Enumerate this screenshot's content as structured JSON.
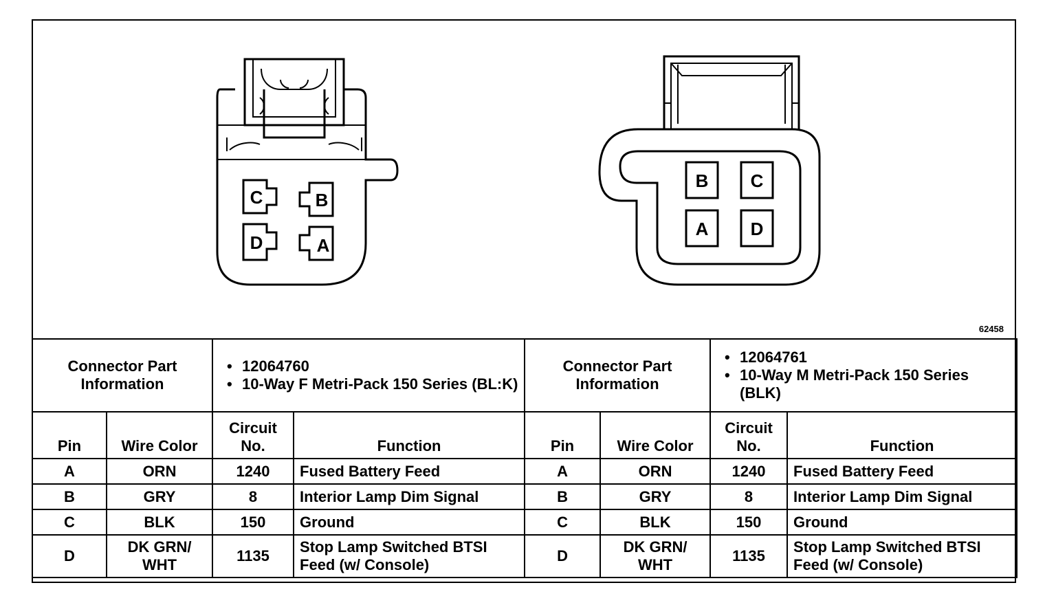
{
  "figure": {
    "number": "62458",
    "female_connector": {
      "cavities": [
        "C",
        "B",
        "D",
        "A"
      ]
    },
    "male_connector": {
      "cavities": [
        "B",
        "C",
        "A",
        "D"
      ]
    }
  },
  "left": {
    "info_label": "Connector Part Information",
    "part_lines": [
      "12064760",
      "10-Way F Metri-Pack 150 Series (BL:K)"
    ],
    "headers": {
      "pin": "Pin",
      "wire_color": "Wire Color",
      "circuit": "Circuit No.",
      "function": "Function"
    },
    "rows": [
      {
        "pin": "A",
        "wire_color": "ORN",
        "circuit": "1240",
        "function": "Fused Battery Feed"
      },
      {
        "pin": "B",
        "wire_color": "GRY",
        "circuit": "8",
        "function": "Interior Lamp Dim Signal"
      },
      {
        "pin": "C",
        "wire_color": "BLK",
        "circuit": "150",
        "function": "Ground"
      },
      {
        "pin": "D",
        "wire_color": "DK GRN/ WHT",
        "circuit": "1135",
        "function": "Stop Lamp Switched BTSI Feed (w/ Console)"
      }
    ]
  },
  "right": {
    "info_label": "Connector Part Information",
    "part_lines": [
      "12064761",
      "10-Way M Metri-Pack 150 Series (BLK)"
    ],
    "headers": {
      "pin": "Pin",
      "wire_color": "Wire Color",
      "circuit": "Circuit No.",
      "function": "Function"
    },
    "rows": [
      {
        "pin": "A",
        "wire_color": "ORN",
        "circuit": "1240",
        "function": "Fused Battery Feed"
      },
      {
        "pin": "B",
        "wire_color": "GRY",
        "circuit": "8",
        "function": "Interior Lamp Dim Signal"
      },
      {
        "pin": "C",
        "wire_color": "BLK",
        "circuit": "150",
        "function": "Ground"
      },
      {
        "pin": "D",
        "wire_color": "DK GRN/ WHT",
        "circuit": "1135",
        "function": "Stop Lamp Switched BTSI Feed (w/ Console)"
      }
    ]
  }
}
